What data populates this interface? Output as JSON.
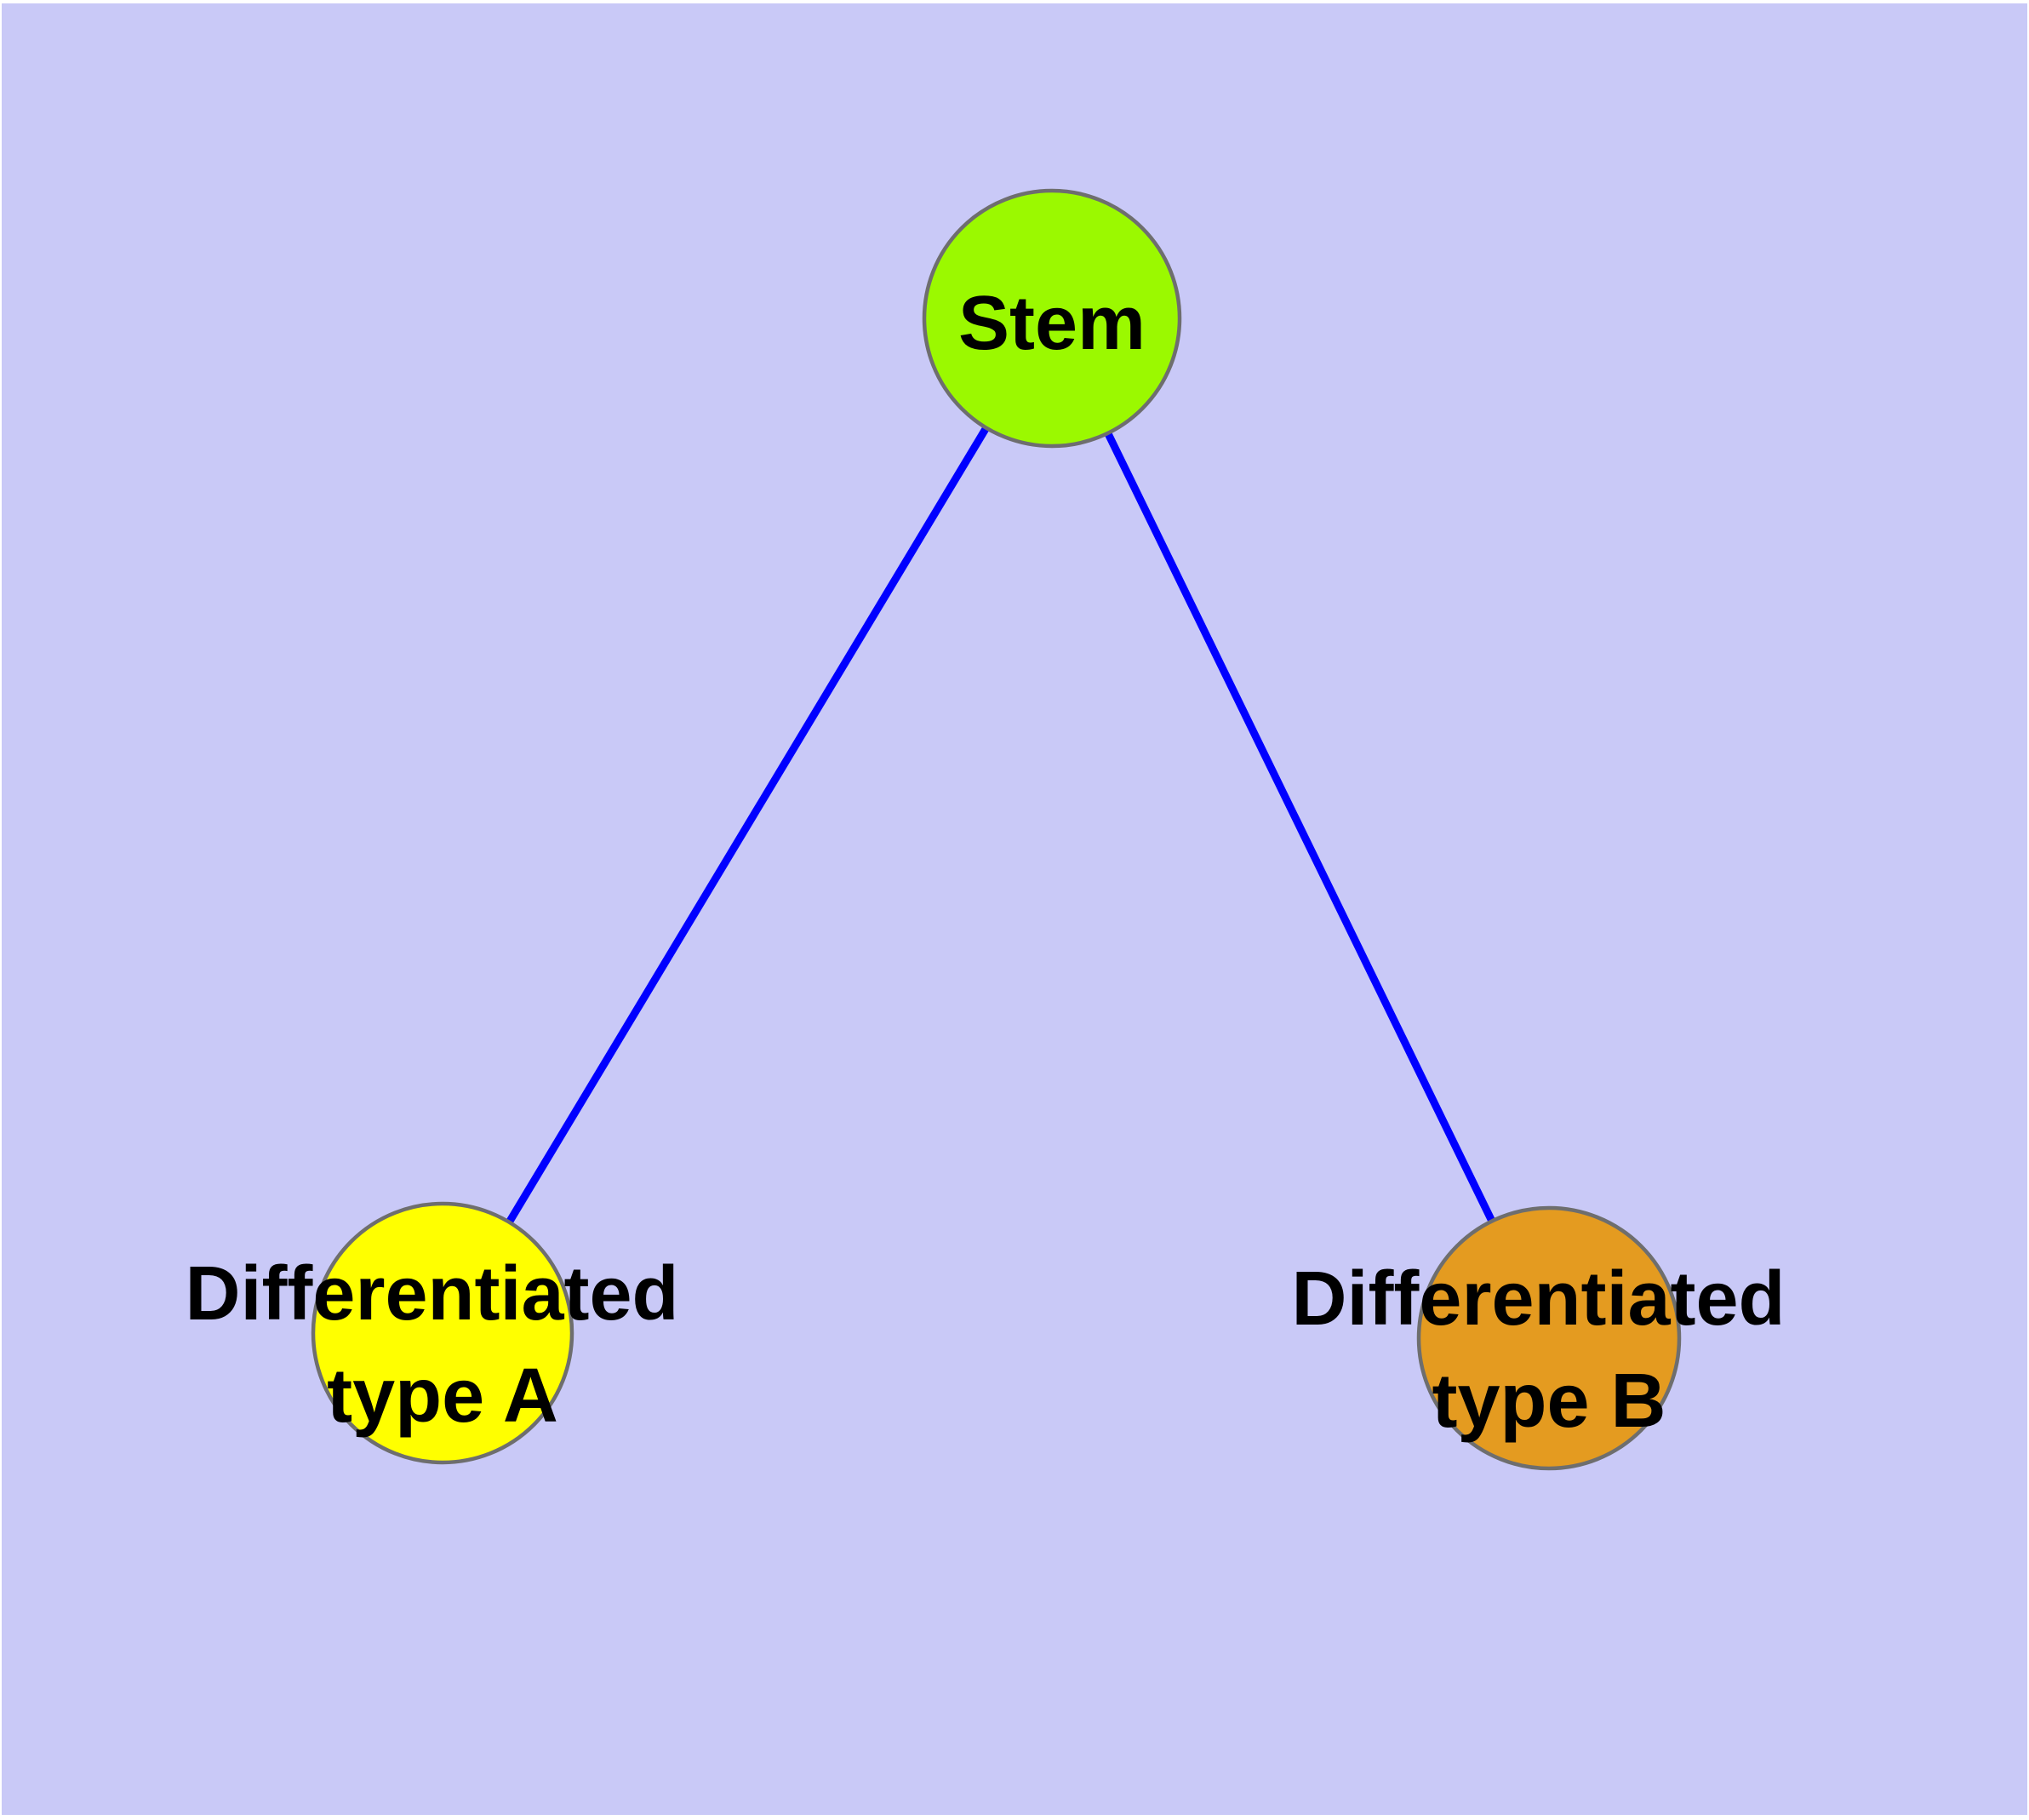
{
  "diagram": {
    "type": "network-graph",
    "colors": {
      "page_background": "#FFFFFF",
      "background": "#C9C9F7",
      "edge": "#0000FF",
      "node_border": "#6E6E6E",
      "text": "#000000"
    },
    "nodes": {
      "stem": {
        "label": "Stem",
        "color": "#9BF900"
      },
      "typeA": {
        "label": "Differentiated type A",
        "lines": [
          "Differentiated",
          "type A"
        ],
        "color": "#FFFF00"
      },
      "typeB": {
        "label": "Differentiated type B",
        "lines": [
          "Differentiated",
          "type B"
        ],
        "color": "#E49B20"
      }
    },
    "edges": [
      {
        "from": "Stem",
        "to": "Differentiated type A"
      },
      {
        "from": "Stem",
        "to": "Differentiated type B"
      }
    ]
  }
}
